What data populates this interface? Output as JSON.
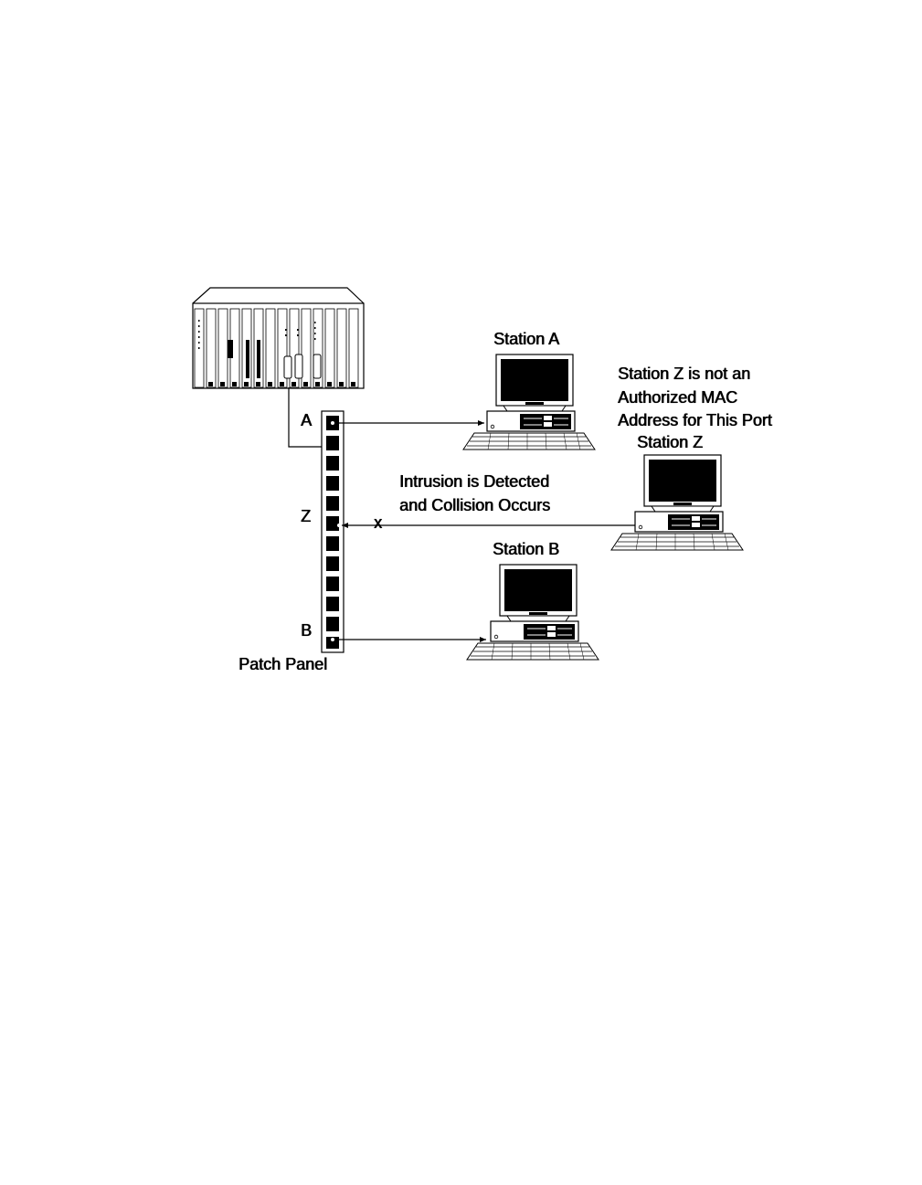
{
  "labels": {
    "station_a": "Station A",
    "station_b": "Station B",
    "station_z": "Station Z",
    "port_a": "A",
    "port_z": "Z",
    "port_b": "B",
    "patch_panel": "Patch Panel",
    "intrusion_line1": "Intrusion is Detected",
    "intrusion_line2": "and Collision Occurs",
    "unauth_line1": "Station Z is not an",
    "unauth_line2": "Authorized MAC",
    "unauth_line3": "Address for This Port",
    "collision_mark": "x"
  }
}
